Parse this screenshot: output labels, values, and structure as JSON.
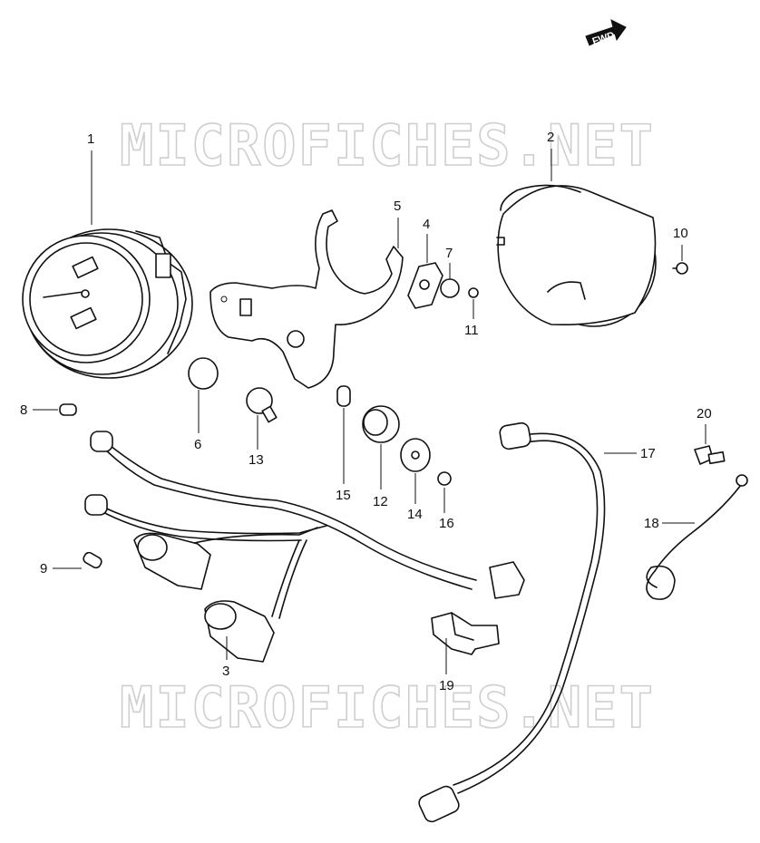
{
  "watermark": {
    "top": "MICROFICHES.NET",
    "bottom": "MICROFICHES.NET"
  },
  "direction_badge": "FWD",
  "callouts": [
    {
      "id": "1",
      "text": "1"
    },
    {
      "id": "2",
      "text": "2"
    },
    {
      "id": "3",
      "text": "3"
    },
    {
      "id": "4",
      "text": "4"
    },
    {
      "id": "5",
      "text": "5"
    },
    {
      "id": "6",
      "text": "6"
    },
    {
      "id": "7",
      "text": "7"
    },
    {
      "id": "8",
      "text": "8"
    },
    {
      "id": "9",
      "text": "9"
    },
    {
      "id": "10",
      "text": "10"
    },
    {
      "id": "11",
      "text": "11"
    },
    {
      "id": "12",
      "text": "12"
    },
    {
      "id": "13",
      "text": "13"
    },
    {
      "id": "14",
      "text": "14"
    },
    {
      "id": "15",
      "text": "15"
    },
    {
      "id": "16",
      "text": "16"
    },
    {
      "id": "17",
      "text": "17"
    },
    {
      "id": "18",
      "text": "18"
    },
    {
      "id": "19",
      "text": "19"
    },
    {
      "id": "20",
      "text": "20"
    }
  ]
}
